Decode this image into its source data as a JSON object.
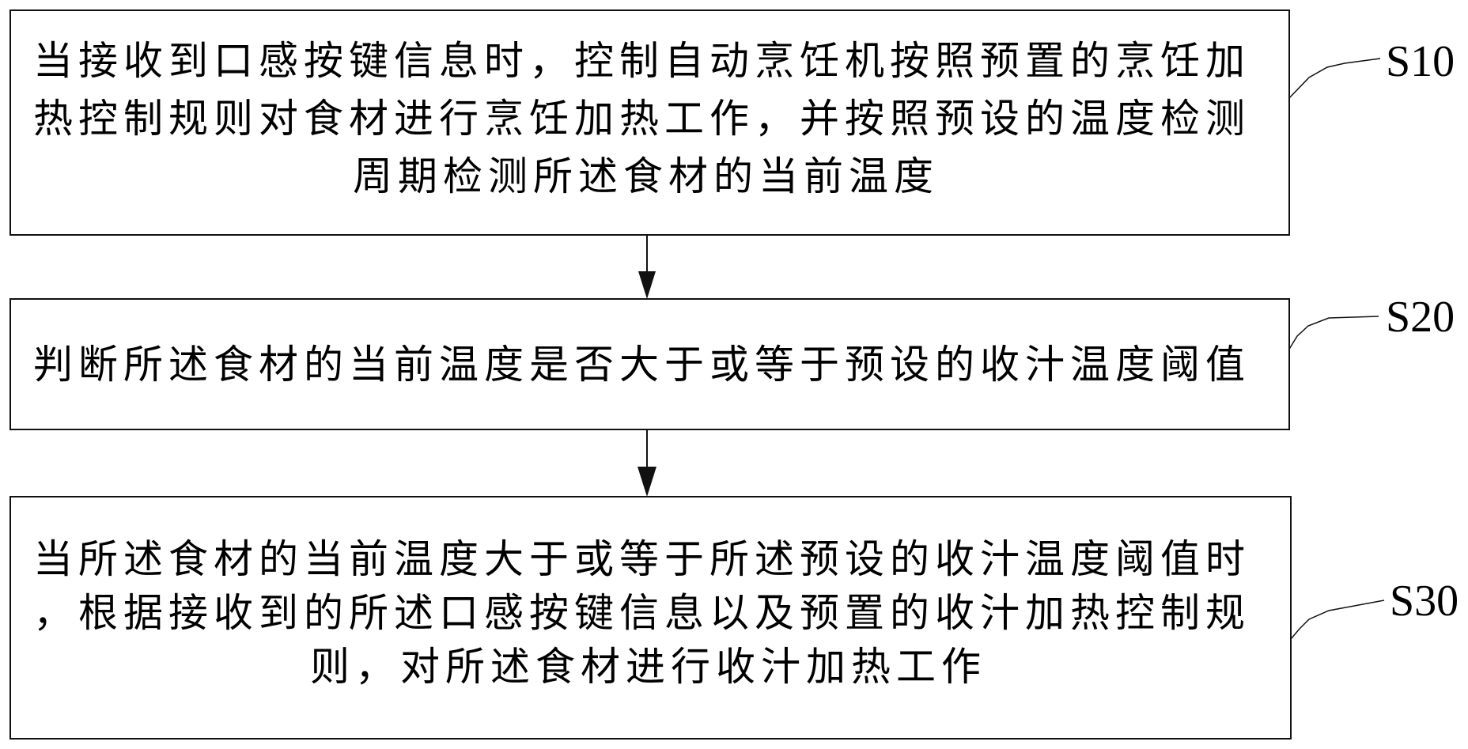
{
  "steps": [
    {
      "id": "S10",
      "lines": [
        "当接收到口感按键信息时，控制自动烹饪机按照预置的烹饪加",
        "热控制规则对食材进行烹饪加热工作，并按照预设的温度检测",
        "周期检测所述食材的当前温度"
      ]
    },
    {
      "id": "S20",
      "lines": [
        "判断所述食材的当前温度是否大于或等于预设的收汁温度阈值"
      ]
    },
    {
      "id": "S30",
      "lines": [
        "当所述食材的当前温度大于或等于所述预设的收汁温度阈值时",
        "，根据接收到的所述口感按键信息以及预置的收汁加热控制规",
        "则，对所述食材进行收汁加热工作"
      ]
    }
  ],
  "colors": {
    "stroke": "#111111",
    "background": "#ffffff"
  }
}
